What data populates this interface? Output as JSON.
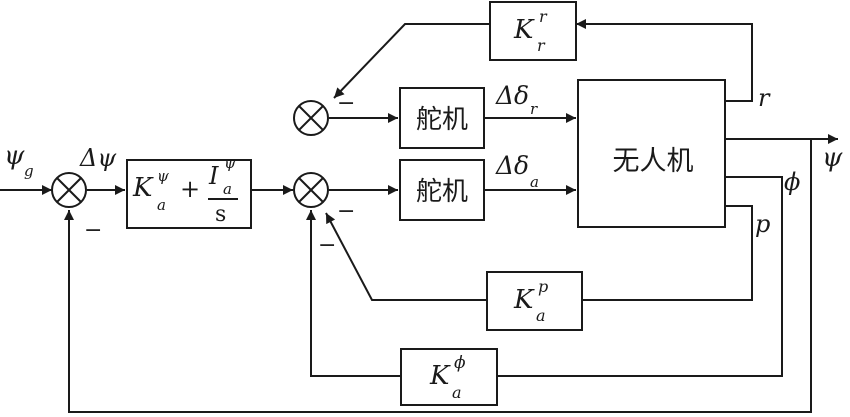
{
  "blocks": {
    "servo_rudder": "舵机",
    "servo_aileron": "舵机",
    "uav": "无人机"
  },
  "gains": {
    "kr": {
      "base": "K",
      "sup": "r",
      "sub": "r"
    },
    "kp": {
      "base": "K",
      "sup": "p",
      "sub": "a"
    },
    "kphi": {
      "base": "K",
      "sup": "ϕ",
      "sub": "a"
    },
    "pi": {
      "k_base": "K",
      "k_sup": "ψ",
      "k_sub": "a",
      "plus": "+",
      "i_base": "I",
      "i_sup": "ψ",
      "i_sub": "a",
      "den": "s"
    }
  },
  "signals": {
    "psi_g": {
      "base": "ψ",
      "sub": "g"
    },
    "delta_psi": "Δψ",
    "delta_r": {
      "base": "Δδ",
      "sub": "r"
    },
    "delta_a": {
      "base": "Δδ",
      "sub": "a"
    },
    "r": "r",
    "psi_out": "ψ",
    "phi": "ϕ",
    "p": "p"
  },
  "signs": {
    "minus_rudder": "−",
    "minus_psi": "−",
    "minus_p": "−",
    "minus_phi": "−"
  }
}
